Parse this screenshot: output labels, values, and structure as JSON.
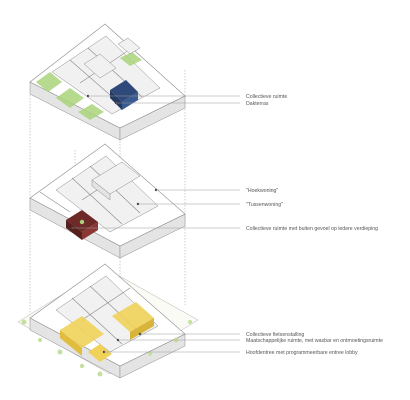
{
  "diagram": {
    "labels": {
      "collectieve_ruimte": "Collectieve ruimte",
      "dakterras": "Dakterras",
      "hoekwoning": "\"Hoekwoning\"",
      "tussenwoning": "\"Tussenwoning\"",
      "collectieve_ruimte_buiten": "Collectieve ruimte met buiten gevoel op iedere verdieping",
      "collectieve_fietsenstalling": "Collectieve fietsenstalling",
      "maatschappelijke_ruimte": "Maatschappelijke ruimte, met wasbar en ontmoetingsruimte",
      "hoofdentree": "Hoofdentree met programmeerbare entree lobby"
    },
    "colors": {
      "line": "#8a8a8a",
      "wall": "#f1f1f1",
      "green": "#a9d47a",
      "blue": "#2f4a7a",
      "maroon": "#6e2a28",
      "yellow": "#f0d25a"
    }
  }
}
